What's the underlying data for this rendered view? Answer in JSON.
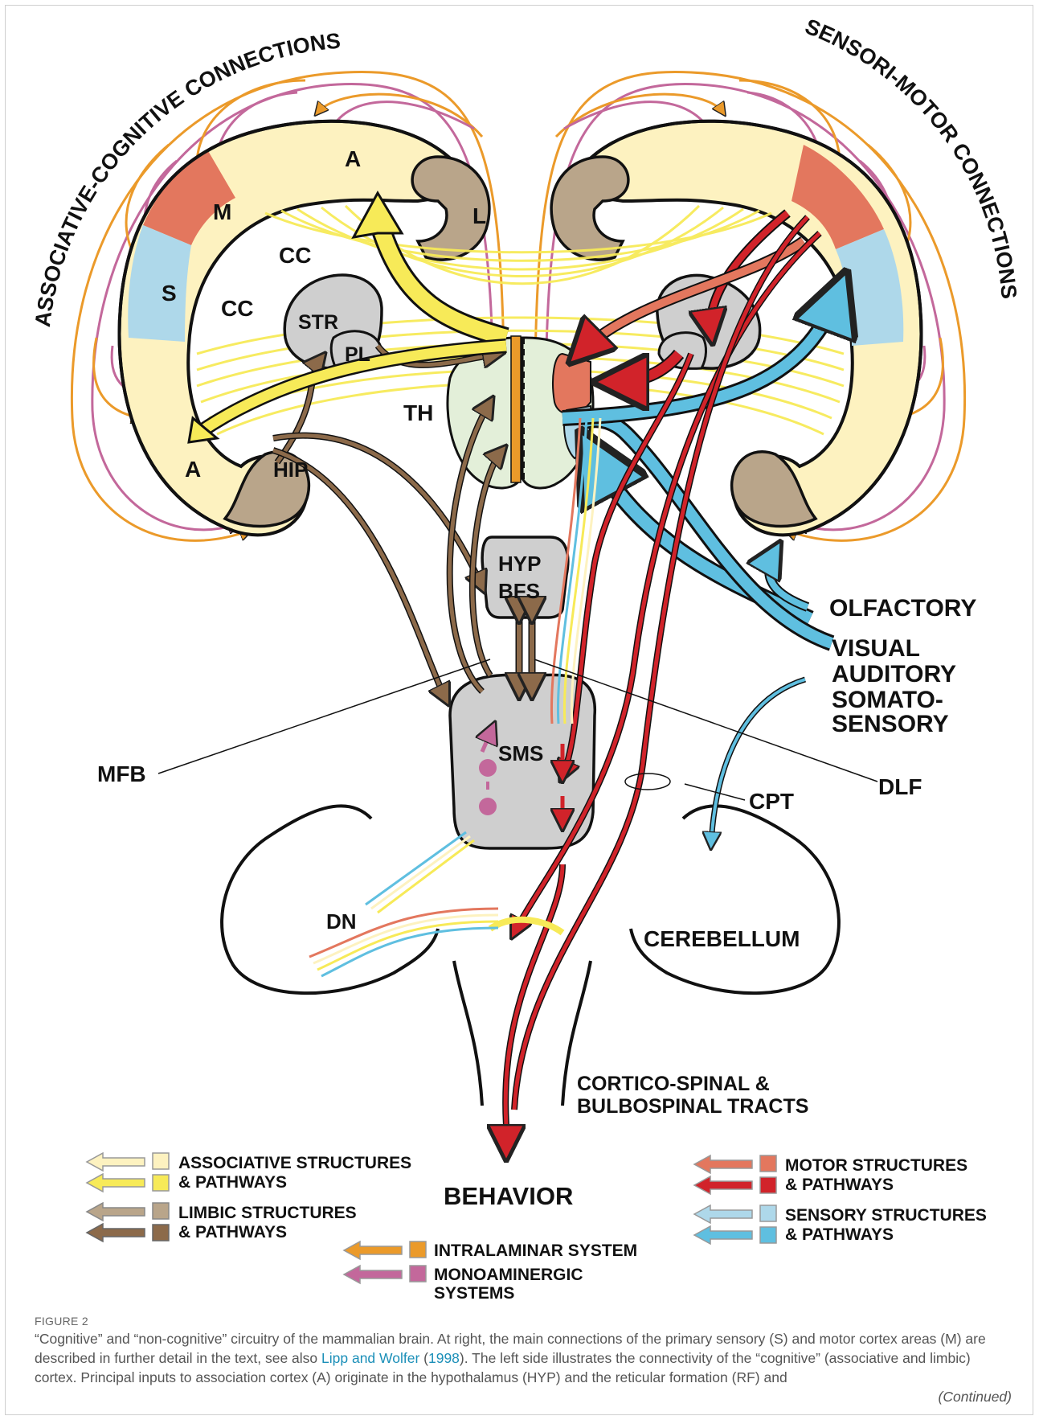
{
  "colors": {
    "associative_structure": "#fdf2c0",
    "associative_pathway": "#f7ea58",
    "limbic_structure": "#b9a58a",
    "limbic_pathway": "#8c6a4a",
    "motor_structure": "#e3775e",
    "motor_pathway": "#d1232a",
    "sensory_structure": "#aed8ea",
    "sensory_pathway": "#5fbfe0",
    "intralaminar": "#eb9a2a",
    "monoaminergic": "#c3689b",
    "gray_structure": "#cfcfcf",
    "thalamus": "#e3efd9"
  },
  "diagram": {
    "arc_left_title": "ASSOCIATIVE-COGNITIVE CONNECTIONS",
    "arc_right_title": "SENSORI-MOTOR CONNECTIONS",
    "cortex_labels": {
      "a_top": "A",
      "m": "M",
      "s": "S",
      "a_bottom": "A",
      "l": "L",
      "cc_upper": "CC",
      "cc_lower": "CC"
    },
    "structure_labels": {
      "str": "STR",
      "pl": "PL",
      "th": "TH",
      "hip": "HIP",
      "hyp": "HYP",
      "bfs": "BFS",
      "sms": "SMS",
      "dn": "DN",
      "cerebellum": "CEREBELLUM"
    },
    "input_labels": {
      "olfactory": "OLFACTORY",
      "visual": "VISUAL",
      "auditory": "AUDITORY",
      "somato1": "SOMATO-",
      "somato2": "SENSORY"
    },
    "tract_labels": {
      "mfb": "MFB",
      "dlf": "DLF",
      "cpt": "CPT",
      "cortico1": "CORTICO-SPINAL &",
      "cortico2": "BULBOSPINAL TRACTS"
    },
    "output_label": "BEHAVIOR"
  },
  "legend": {
    "associative": [
      "ASSOCIATIVE STRUCTURES",
      "& PATHWAYS"
    ],
    "limbic": [
      "LIMBIC STRUCTURES",
      "& PATHWAYS"
    ],
    "motor": [
      "MOTOR STRUCTURES",
      "& PATHWAYS"
    ],
    "sensory": [
      "SENSORY STRUCTURES",
      "& PATHWAYS"
    ],
    "intralaminar": "INTRALAMINAR SYSTEM",
    "monoaminergic": [
      "MONOAMINERGIC",
      "SYSTEMS"
    ]
  },
  "caption": {
    "figure_label": "FIGURE 2",
    "text_before_link": "“Cognitive” and “non-cognitive” circuitry of the mammalian brain. At right, the main connections of the primary sensory (S) and motor cortex areas (M) are described in further detail in the text, see also ",
    "link_text": "Lipp and Wolfer",
    "text_between": " (",
    "link_year": "1998",
    "text_after_link": "). The left side illustrates the connectivity of the “cognitive” (associative and limbic) cortex. Principal inputs to association cortex (A) originate in the hypothalamus (HYP) and the reticular formation (RF) and",
    "continued": "(Continued)"
  }
}
